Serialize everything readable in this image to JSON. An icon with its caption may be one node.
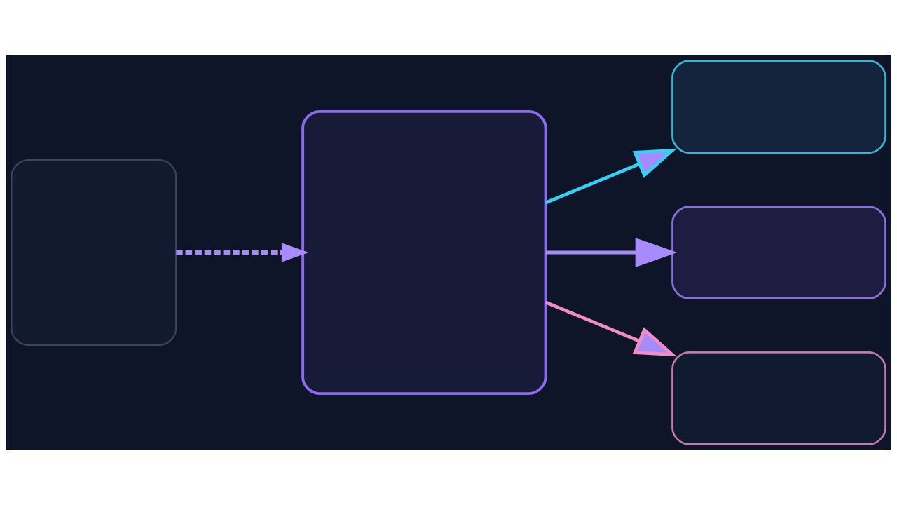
{
  "diagram": {
    "nodes": [
      {
        "text": [],
        "shape": "box"
      },
      {
        "text": [],
        "shape": "box"
      },
      {
        "text": [],
        "shape": "box"
      },
      {
        "text": [],
        "shape": "box"
      },
      {
        "text": [],
        "shape": "box"
      }
    ],
    "edges": [
      {
        "from": 0,
        "to": 1,
        "arrow": "to",
        "style": "dashed"
      },
      {
        "from": 1,
        "to": 2,
        "arrow": "to",
        "color": "#38cff5"
      },
      {
        "from": 1,
        "to": 3,
        "arrow": "to"
      },
      {
        "from": 1,
        "to": 4,
        "arrow": "to",
        "color": "#f28cc5"
      }
    ]
  }
}
